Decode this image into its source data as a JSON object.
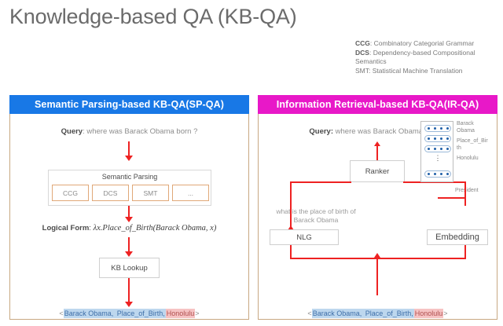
{
  "page": {
    "title": "Knowledge-based QA (KB-QA)"
  },
  "legend": {
    "items": [
      {
        "abbr": "CCG",
        "sep": ": ",
        "text": "Combinatory Categorial Grammar",
        "bold_abbr": true
      },
      {
        "abbr": "DCS",
        "sep": ": ",
        "text": "Dependency-based Compositional Semantics",
        "bold_abbr": true
      },
      {
        "abbr": "SMT",
        "sep": ": ",
        "text": "Statistical Machine Translation",
        "bold_abbr": false
      }
    ]
  },
  "left_panel": {
    "header": "Semantic Parsing-based KB-QA(SP-QA)",
    "header_color": "#1878e6",
    "query_label": "Query",
    "query_sep": ": ",
    "query_text": "where was Barack Obama born ?",
    "semantic_parsing": {
      "title": "Semantic Parsing",
      "items": [
        "CCG",
        "DCS",
        "SMT",
        "..."
      ]
    },
    "logical_form_label": "Logical Form",
    "logical_form_sep": ": ",
    "logical_form_value": "λx.Place_of_Birth(Barack Obama, x)",
    "kb_lookup": "KB Lookup",
    "answer": {
      "open": "<",
      "subject": "Barack Obama,",
      "predicate": " Place_of_Birth,",
      "object": "Honolulu",
      "close": ">"
    }
  },
  "right_panel": {
    "header": "Information Retrieval-based KB-QA(IR-QA)",
    "header_color": "#e818c8",
    "query_label": "Query:",
    "query_text": " where was Barack Obama born ?",
    "ranker": "Ranker",
    "paraphrase": "what is the place of birth of Barack Obama",
    "nlg": "NLG",
    "embedding": "Embedding",
    "embedding_labels": [
      "Barack Obama",
      "Place_of_Bir th",
      "Honolulu"
    ],
    "president_label": "President",
    "ellipsis": "⋮",
    "answer": {
      "open": "<",
      "subject": "Barack Obama,",
      "predicate": " Place_of_Birth,",
      "object": "Honolulu",
      "close": ">"
    }
  },
  "colors": {
    "connector": "#ee2222",
    "panel_border": "#c8a882",
    "highlight_blue": "#bdd7ee",
    "highlight_red": "#f6c3c3"
  }
}
